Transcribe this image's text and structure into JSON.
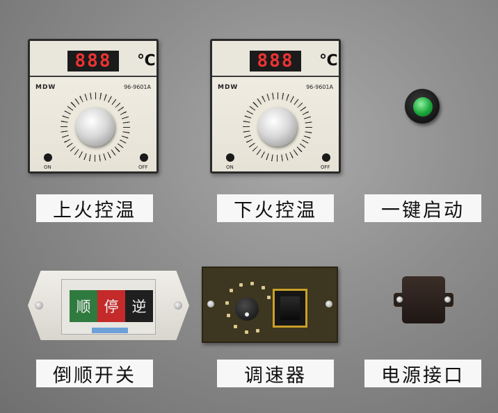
{
  "controllers": [
    {
      "display": "888",
      "unit": "℃",
      "brand": "MDW",
      "model": "96-9601A",
      "on_label": "ON",
      "off_label": "OFF",
      "caption": "上火控温"
    },
    {
      "display": "888",
      "unit": "℃",
      "brand": "MDW",
      "model": "96-9601A",
      "on_label": "ON",
      "off_label": "OFF",
      "caption": "下火控温"
    }
  ],
  "start_button": {
    "caption": "一键启动"
  },
  "forward_reverse": {
    "caption": "倒顺开关",
    "buttons": [
      "顺",
      "停",
      "逆"
    ],
    "colors": [
      "#2f7a3e",
      "#c42a2a",
      "#1f1f1f"
    ]
  },
  "speed_controller": {
    "caption": "调速器"
  },
  "power_socket": {
    "caption": "电源接口"
  }
}
